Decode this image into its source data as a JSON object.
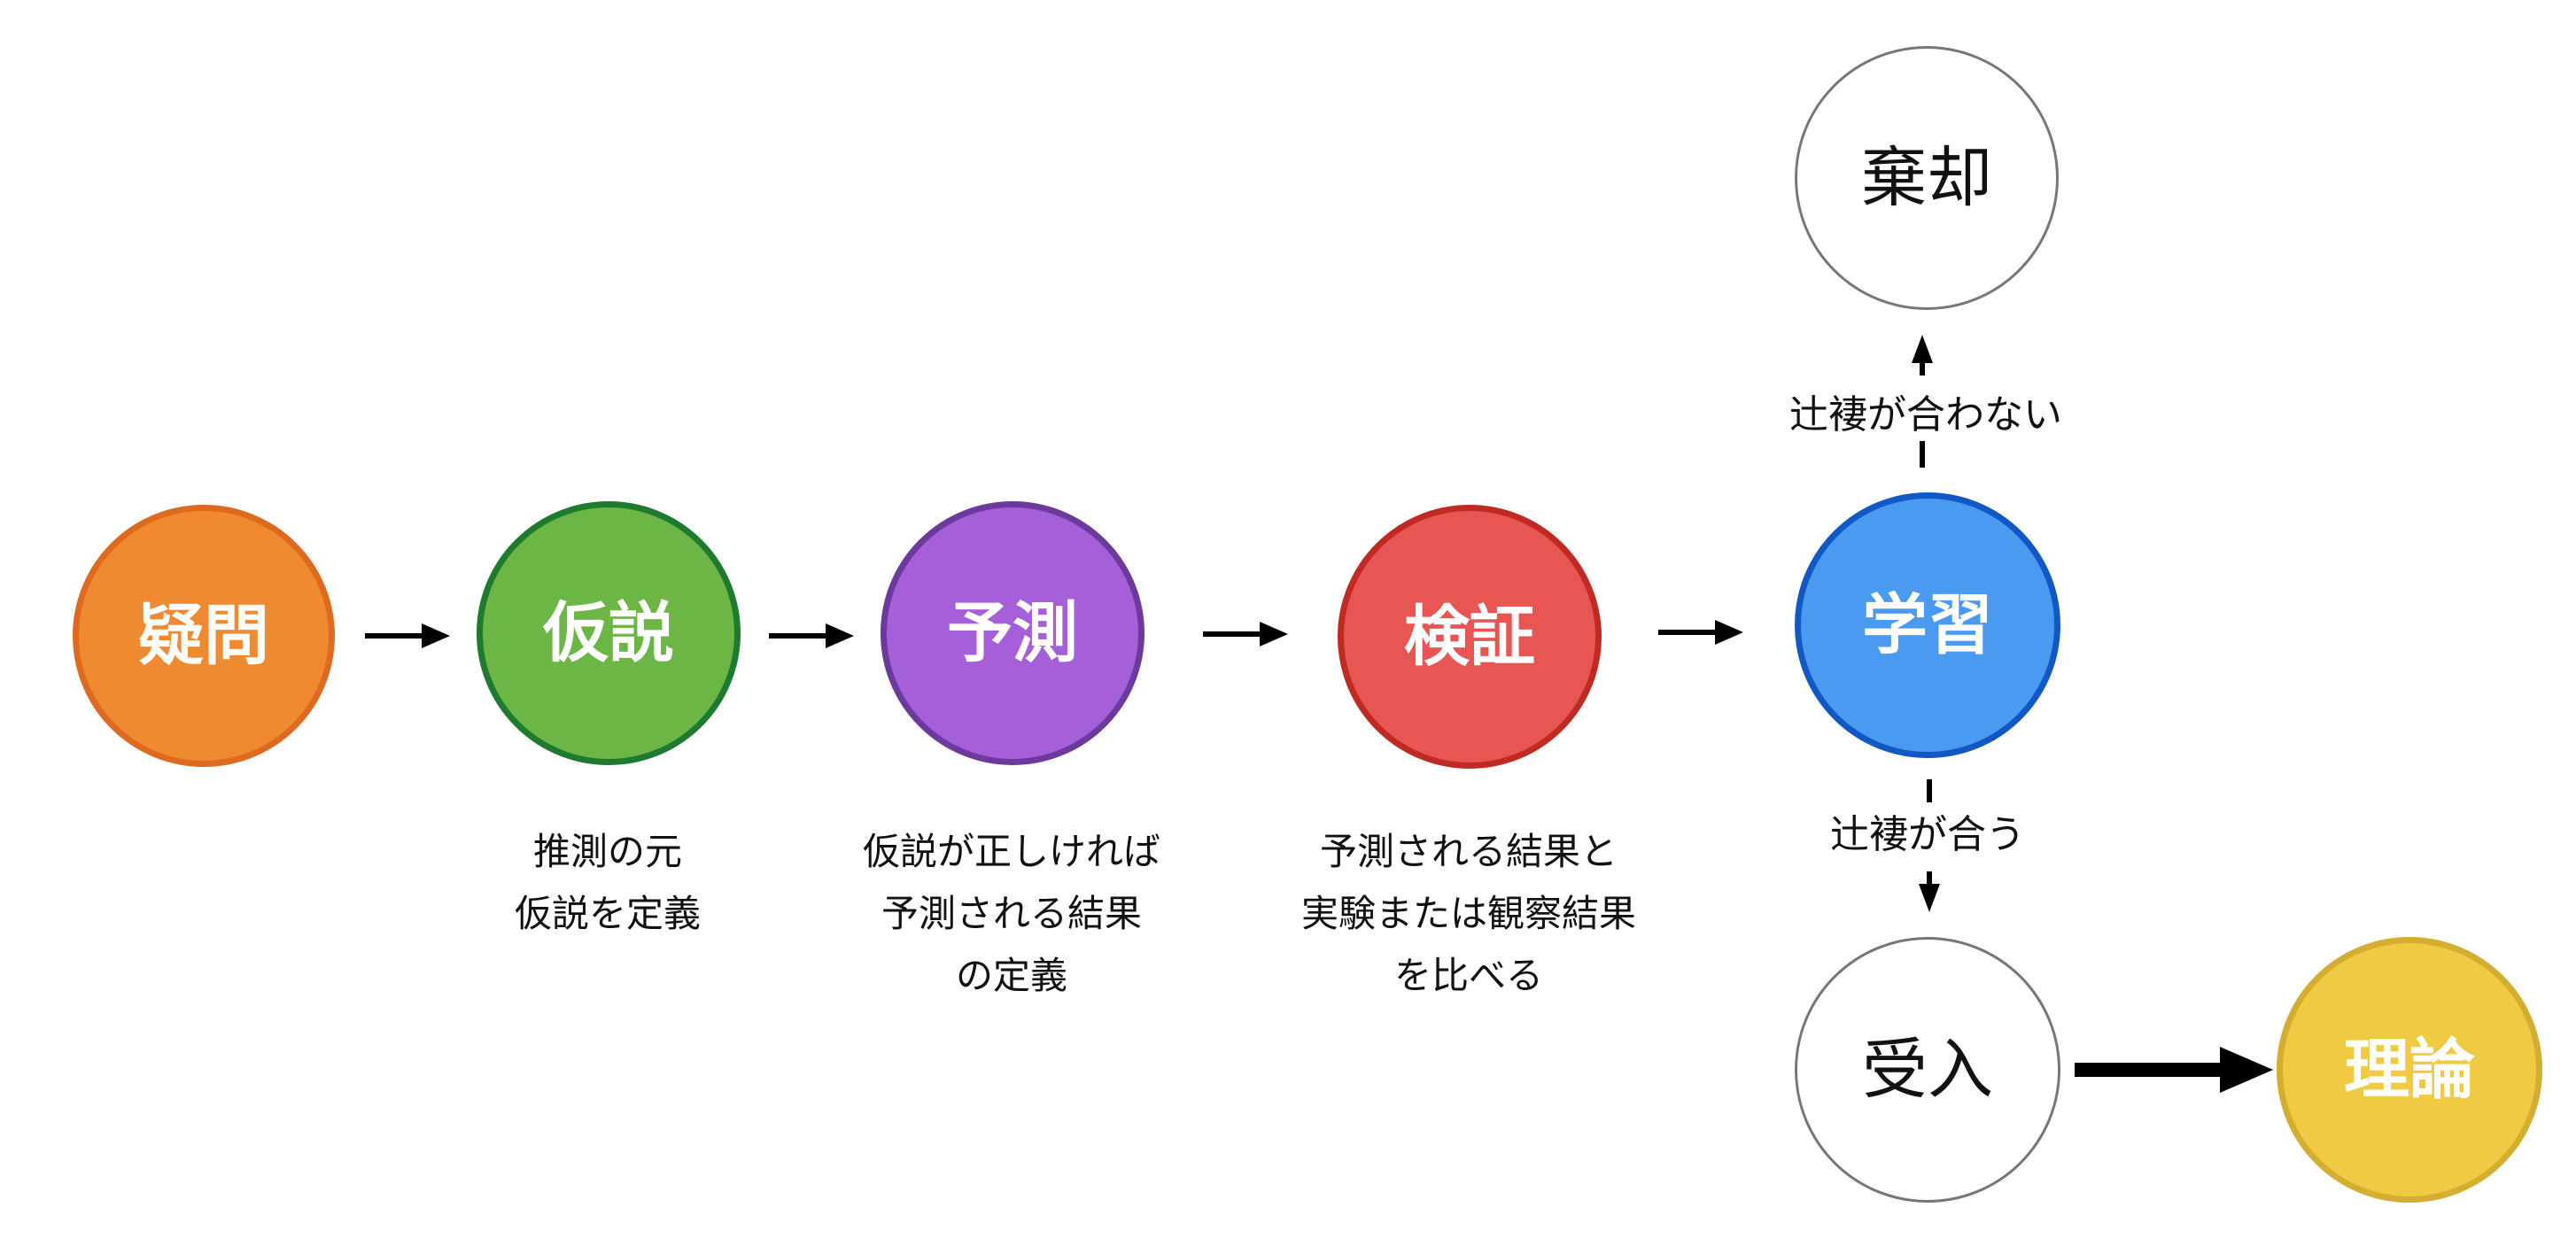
{
  "nodes": {
    "question": {
      "label": "疑問",
      "fill": "#F08A30",
      "stroke": "#DE6A20"
    },
    "hypothesis": {
      "label": "仮説",
      "fill": "#6CB645",
      "stroke": "#1E7A2E"
    },
    "prediction": {
      "label": "予測",
      "fill": "#A45FD9",
      "stroke": "#6B3A9C"
    },
    "testing": {
      "label": "検証",
      "fill": "#E85653",
      "stroke": "#C02A22"
    },
    "learning": {
      "label": "学習",
      "fill": "#4A9AF1",
      "stroke": "#1158C4"
    },
    "rejection": {
      "label": "棄却",
      "fill": "#FFFFFF",
      "stroke": "#777777"
    },
    "acceptance": {
      "label": "受入",
      "fill": "#FFFFFF",
      "stroke": "#777777"
    },
    "theory": {
      "label": "理論",
      "fill": "#F1CA43",
      "stroke": "#D4AE30"
    }
  },
  "descriptions": {
    "hypothesis": [
      "推測の元",
      "仮説を定義"
    ],
    "prediction": [
      "仮説が正しければ",
      "予測される結果",
      "の定義"
    ],
    "testing": [
      "予測される結果と",
      "実験または観察結果",
      "を比べる"
    ]
  },
  "edge_labels": {
    "not_match": "辻褄が合わない",
    "match": "辻褄が合う"
  },
  "colors": {
    "arrow": "#000000",
    "text": "#111111"
  }
}
